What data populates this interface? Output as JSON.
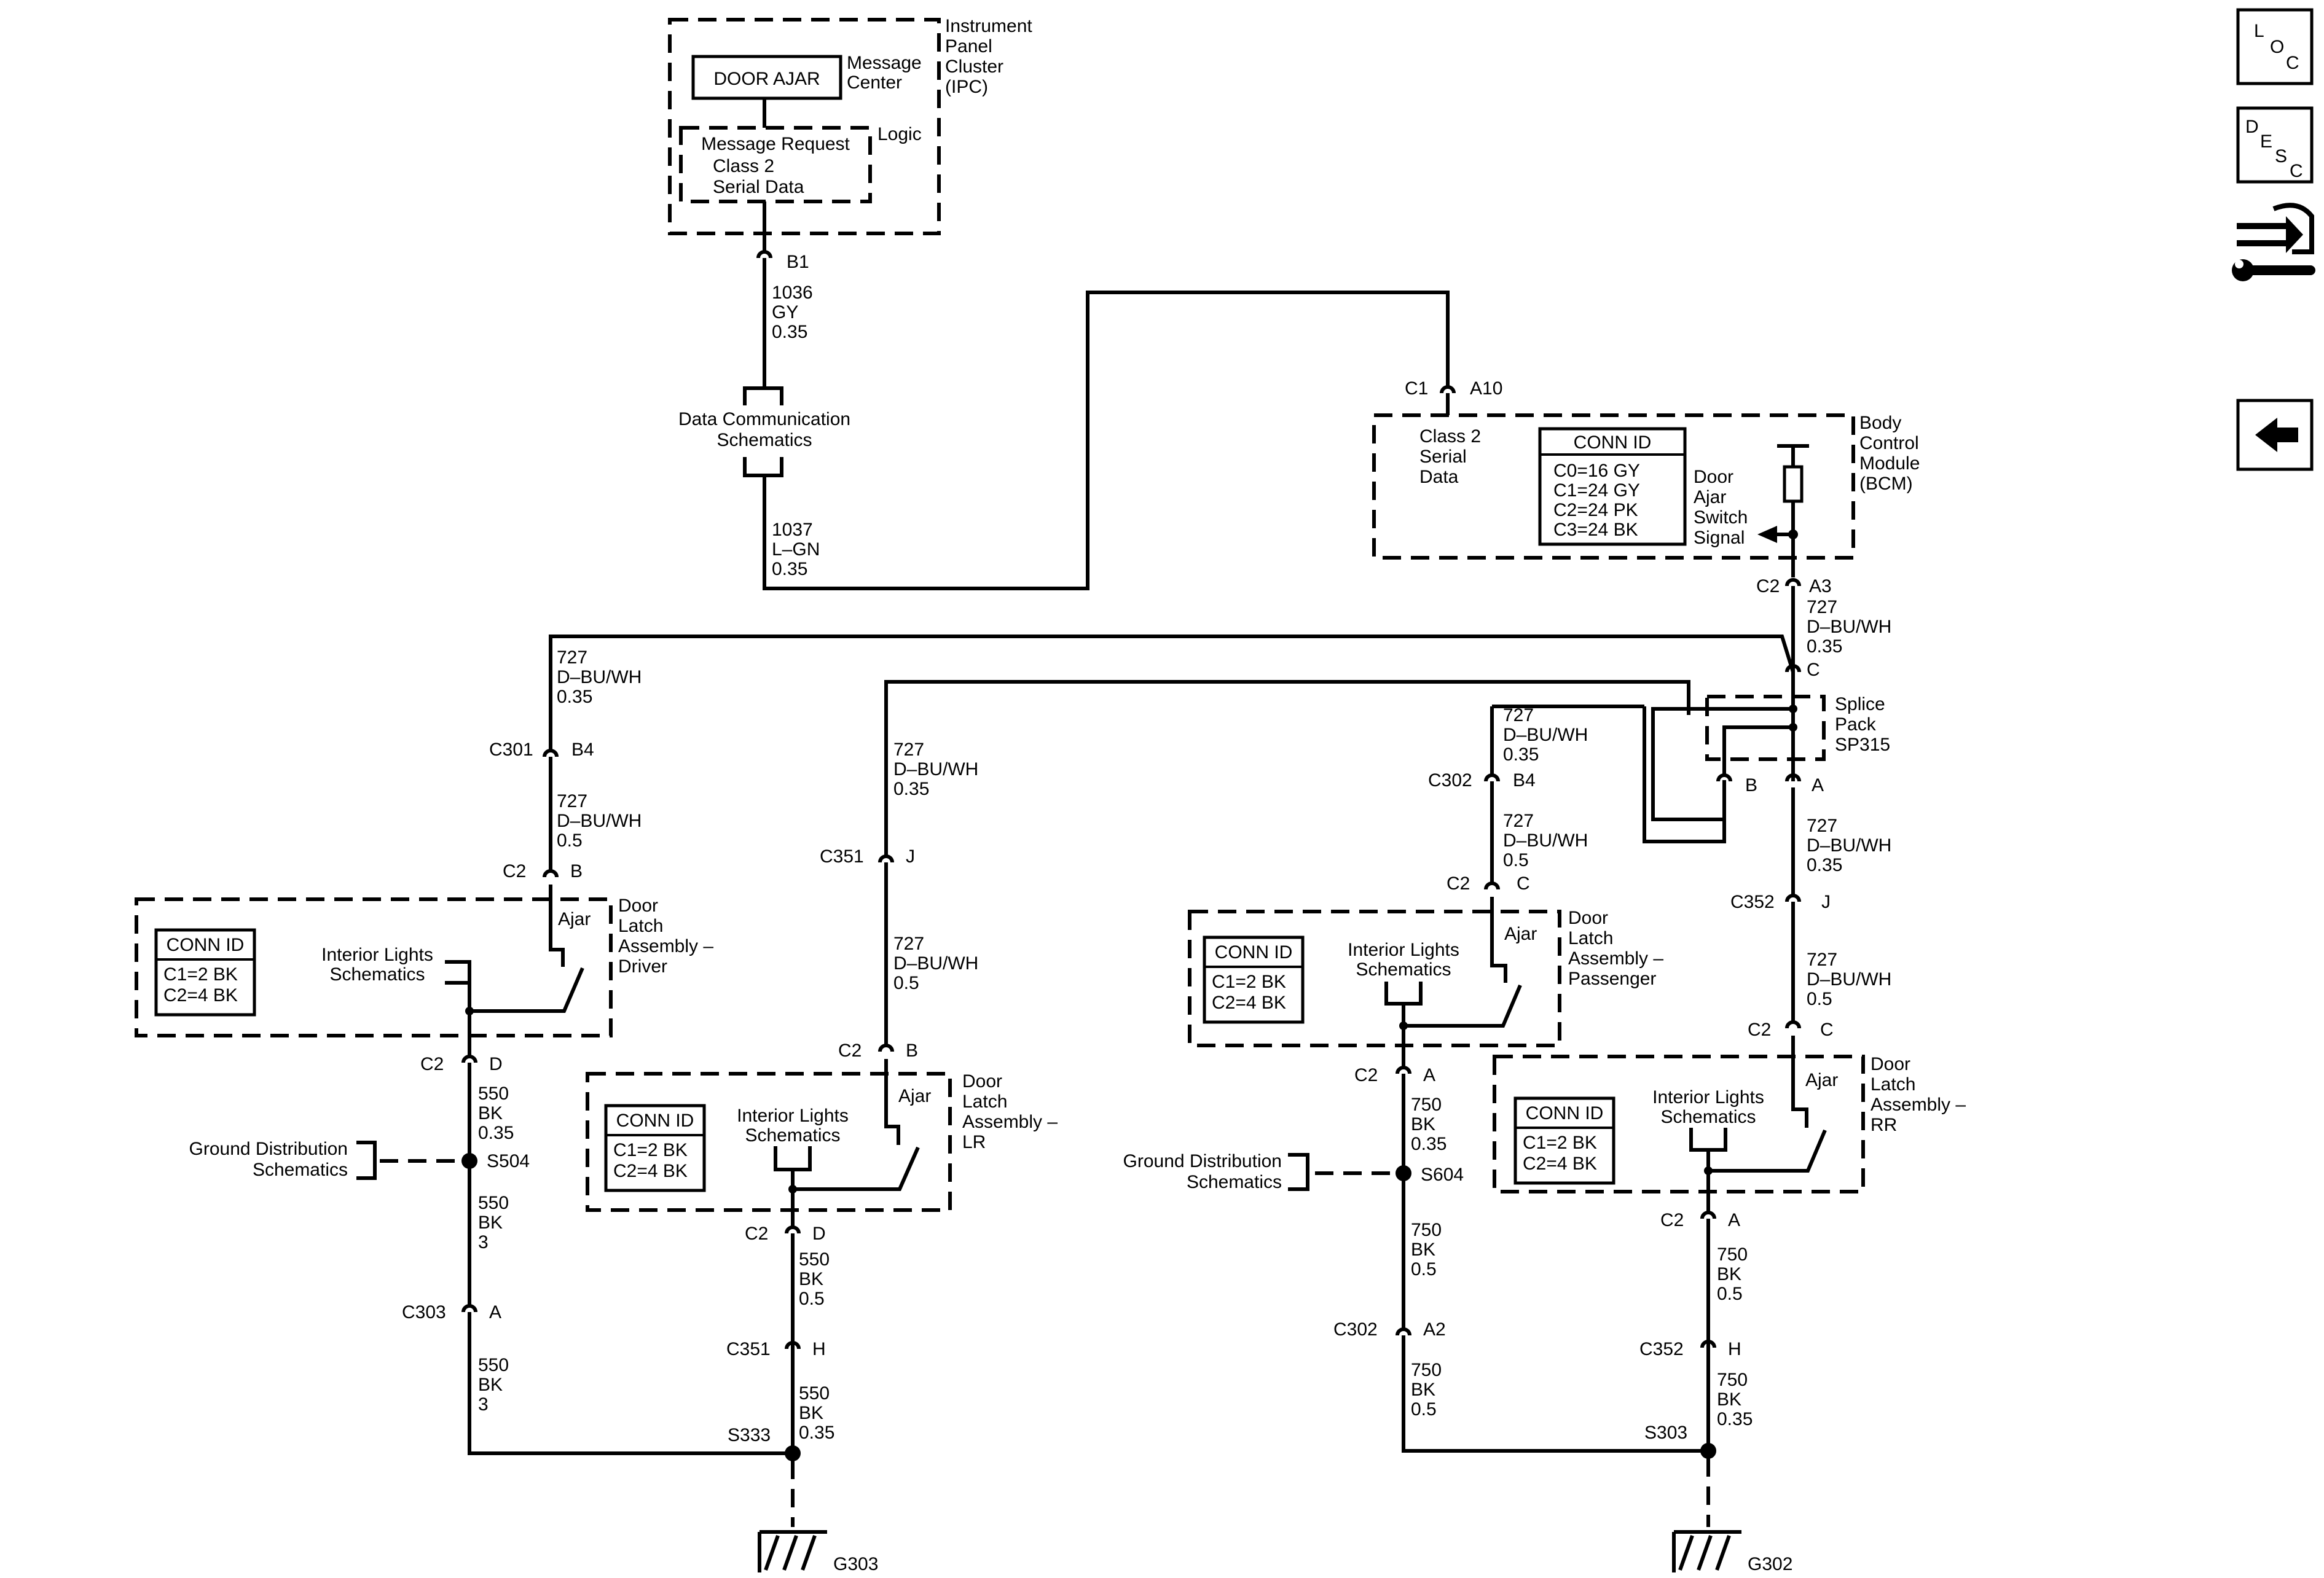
{
  "ipc": {
    "name": [
      "Instrument",
      "Panel",
      "Cluster",
      "(IPC)"
    ],
    "display": "DOOR AJAR",
    "message_center": [
      "Message",
      "Center"
    ],
    "logic": "Logic",
    "request": [
      "Message Request",
      "Class 2",
      "Serial Data"
    ],
    "pin": "B1"
  },
  "wires": {
    "w1036": [
      "1036",
      "GY",
      "0.35"
    ],
    "w1037": [
      "1037",
      "L–GN",
      "0.35"
    ],
    "dcs": [
      "Data Communication",
      "Schematics"
    ],
    "bcm_in": [
      "727",
      "D–BU/WH",
      "0.35"
    ],
    "driver_top": [
      "727",
      "D–BU/WH",
      "0.35"
    ],
    "driver_low": [
      "727",
      "D–BU/WH",
      "0.5"
    ],
    "lr_top": [
      "727",
      "D–BU/WH",
      "0.35"
    ],
    "lr_low": [
      "727",
      "D–BU/WH",
      "0.5"
    ],
    "pass_top": [
      "727",
      "D–BU/WH",
      "0.35"
    ],
    "pass_low": [
      "727",
      "D–BU/WH",
      "0.5"
    ],
    "rr_top": [
      "727",
      "D–BU/WH",
      "0.35"
    ],
    "rr_low": [
      "727",
      "D–BU/WH",
      "0.5"
    ],
    "g550_a": [
      "550",
      "BK",
      "0.35"
    ],
    "g550_b": [
      "550",
      "BK",
      "3"
    ],
    "g550_c": [
      "550",
      "BK",
      "3"
    ],
    "g550_d": [
      "550",
      "BK",
      "0.5"
    ],
    "g550_e": [
      "550",
      "BK",
      "0.35"
    ],
    "g750_a": [
      "750",
      "BK",
      "0.35"
    ],
    "g750_b": [
      "750",
      "BK",
      "0.5"
    ],
    "g750_c": [
      "750",
      "BK",
      "0.5"
    ],
    "g750_d": [
      "750",
      "BK",
      "0.5"
    ],
    "g750_e": [
      "750",
      "BK",
      "0.35"
    ]
  },
  "bcm": {
    "name": [
      "Body",
      "Control",
      "Module",
      "(BCM)"
    ],
    "serial": [
      "Class 2",
      "Serial",
      "Data"
    ],
    "conn_title": "CONN ID",
    "conn": [
      "C0=16 GY",
      "C1=24 GY",
      "C2=24 PK",
      "C3=24 BK"
    ],
    "switch": [
      "Door",
      "Ajar",
      "Switch",
      "Signal"
    ],
    "c1": "C1",
    "a10": "A10",
    "c2": "C2",
    "a3": "A3"
  },
  "splice": {
    "name": [
      "Splice",
      "Pack",
      "SP315"
    ],
    "c": "C",
    "b": "B",
    "a": "A"
  },
  "connectors": {
    "c301": "C301",
    "b4": "B4",
    "c2_b": "C2",
    "b": "B",
    "c351": "C351",
    "j": "J",
    "lr_c2": "C2",
    "lr_b": "B",
    "c302": "C302",
    "p_b4": "B4",
    "p_c2": "C2",
    "p_c": "C",
    "c352": "C352",
    "rr_j": "J",
    "rr_c2": "C2",
    "rr_c": "C",
    "d_c2": "C2",
    "d_d": "D",
    "c303": "C303",
    "c303_a": "A",
    "lr_c2d": "C2",
    "lr_d": "D",
    "c351h": "C351",
    "h": "H",
    "p_c2a": "C2",
    "p_a": "A",
    "c302a2": "C302",
    "a2": "A2",
    "rr_c2a": "C2",
    "rr_a": "A",
    "c352h": "C352",
    "rr_h": "H"
  },
  "latches": {
    "driver": [
      "Door",
      "Latch",
      "Assembly –",
      "Driver"
    ],
    "lr": [
      "Door",
      "Latch",
      "Assembly –",
      "LR"
    ],
    "passenger": [
      "Door",
      "Latch",
      "Assembly –",
      "Passenger"
    ],
    "rr": [
      "Door",
      "Latch",
      "Assembly –",
      "RR"
    ],
    "ajar": "Ajar",
    "interior": [
      "Interior Lights",
      "Schematics"
    ],
    "conn_title": "CONN ID",
    "conn": [
      "C1=2 BK",
      "C2=4 BK"
    ]
  },
  "ground": {
    "schem": [
      "Ground Distribution",
      "Schematics"
    ],
    "s504": "S504",
    "s604": "S604",
    "s333": "S333",
    "s303": "S303",
    "g303": "G303",
    "g302": "G302"
  },
  "nav": {
    "loc": [
      "L",
      "O",
      "C"
    ],
    "desc": [
      "D",
      "E",
      "S",
      "C"
    ]
  }
}
